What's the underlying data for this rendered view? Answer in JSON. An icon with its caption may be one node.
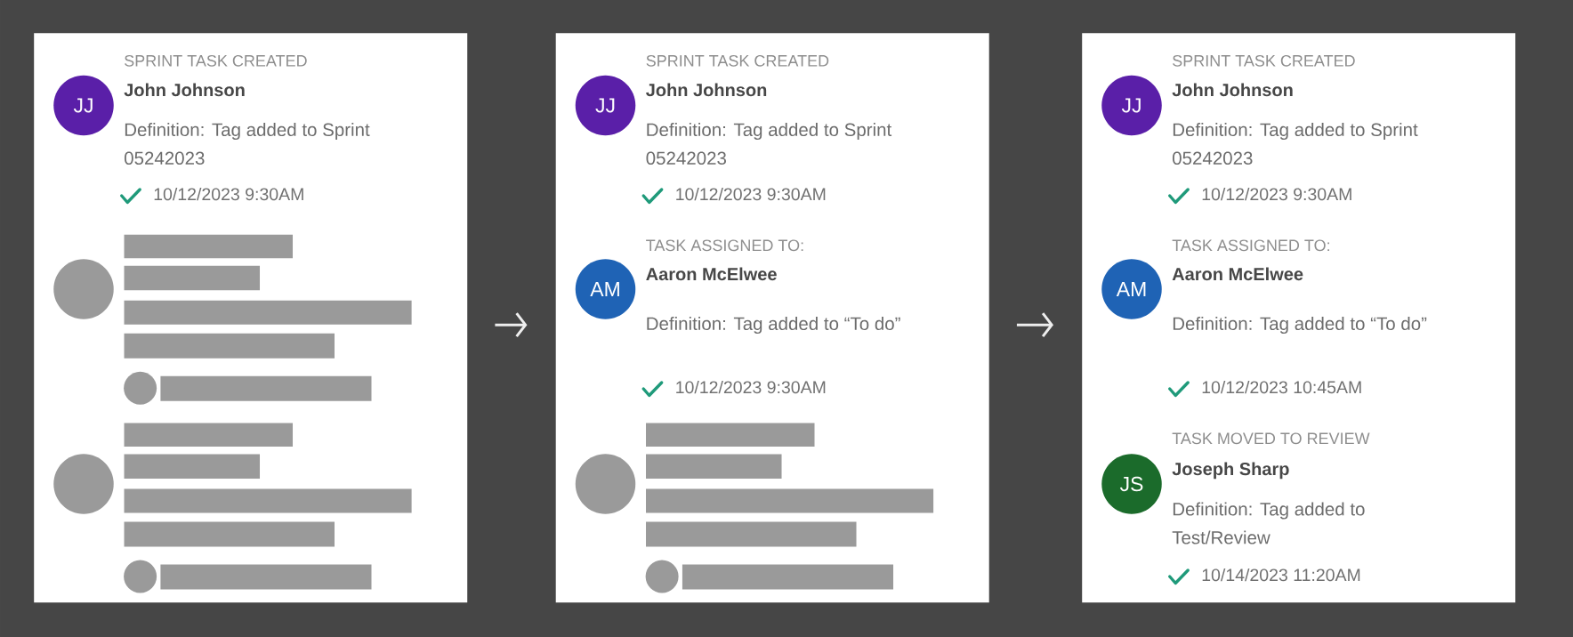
{
  "diagram": {
    "nodes": [
      {
        "text": [],
        "shape": "box"
      },
      {
        "text": [
          "JJ"
        ],
        "in": 0,
        "beside": [
          "SPRINT TASK CREATED",
          "John Johnson",
          "Definition: Tag added to Sprint 05242023",
          "10/12/2023 9:30AM"
        ]
      },
      {
        "text": [],
        "shape": "circle",
        "in": 0
      },
      {
        "text": [],
        "shape": "circle",
        "in": 0
      },
      {
        "text": [],
        "shape": "box"
      },
      {
        "text": [
          "JJ"
        ],
        "in": 4,
        "beside": [
          "SPRINT TASK CREATED",
          "John Johnson",
          "Definition: Tag added to Sprint 05242023",
          "10/12/2023 9:30AM"
        ]
      },
      {
        "text": [
          "AM"
        ],
        "in": 4,
        "beside": [
          "TASK ASSIGNED TO:",
          "Aaron McElwee",
          "Definition: Tag added to “To do”",
          "10/12/2023 9:30AM"
        ]
      },
      {
        "text": [],
        "shape": "circle",
        "in": 4
      },
      {
        "text": [],
        "shape": "box"
      },
      {
        "text": [
          "JJ"
        ],
        "in": 8,
        "beside": [
          "SPRINT TASK CREATED",
          "John Johnson",
          "Definition: Tag added to Sprint 05242023",
          "10/12/2023 9:30AM"
        ]
      },
      {
        "text": [
          "AM"
        ],
        "in": 8,
        "beside": [
          "TASK ASSIGNED TO:",
          "Aaron McElwee",
          "Definition: Tag added to “To do”",
          "10/12/2023 10:45AM"
        ]
      },
      {
        "text": [
          "JS"
        ],
        "in": 8,
        "beside": [
          "TASK MOVED TO REVIEW",
          "Joseph Sharp",
          "Definition: Tag added to Test/Review",
          "10/14/2023 11:20AM"
        ]
      }
    ],
    "edges": [
      {
        "from": 0,
        "to": 4,
        "arrow": "to"
      },
      {
        "from": 4,
        "to": 8,
        "arrow": "to"
      }
    ]
  }
}
